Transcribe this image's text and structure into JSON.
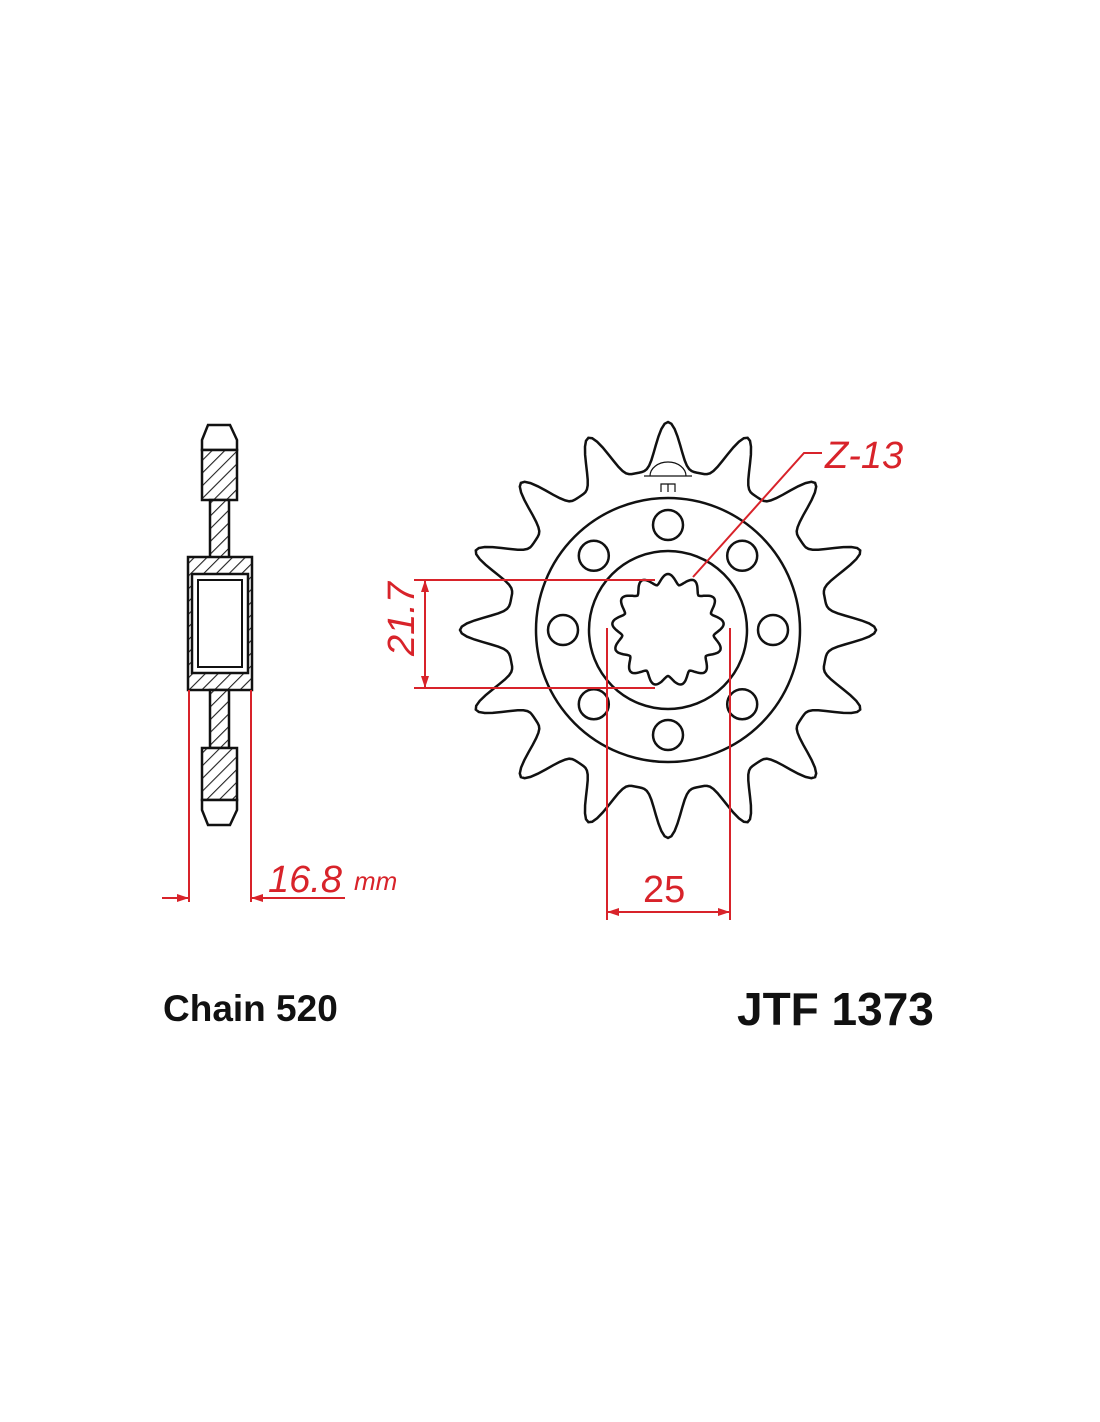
{
  "part_number": "JTF 1373",
  "chain": "Chain 520",
  "teeth_label": "Z-13",
  "dimensions": {
    "width": "16.8",
    "width_unit": "mm",
    "spline_inner": "21.7",
    "spline_outer": "25"
  },
  "colors": {
    "dimension": "#d8232a",
    "outline": "#111111"
  }
}
